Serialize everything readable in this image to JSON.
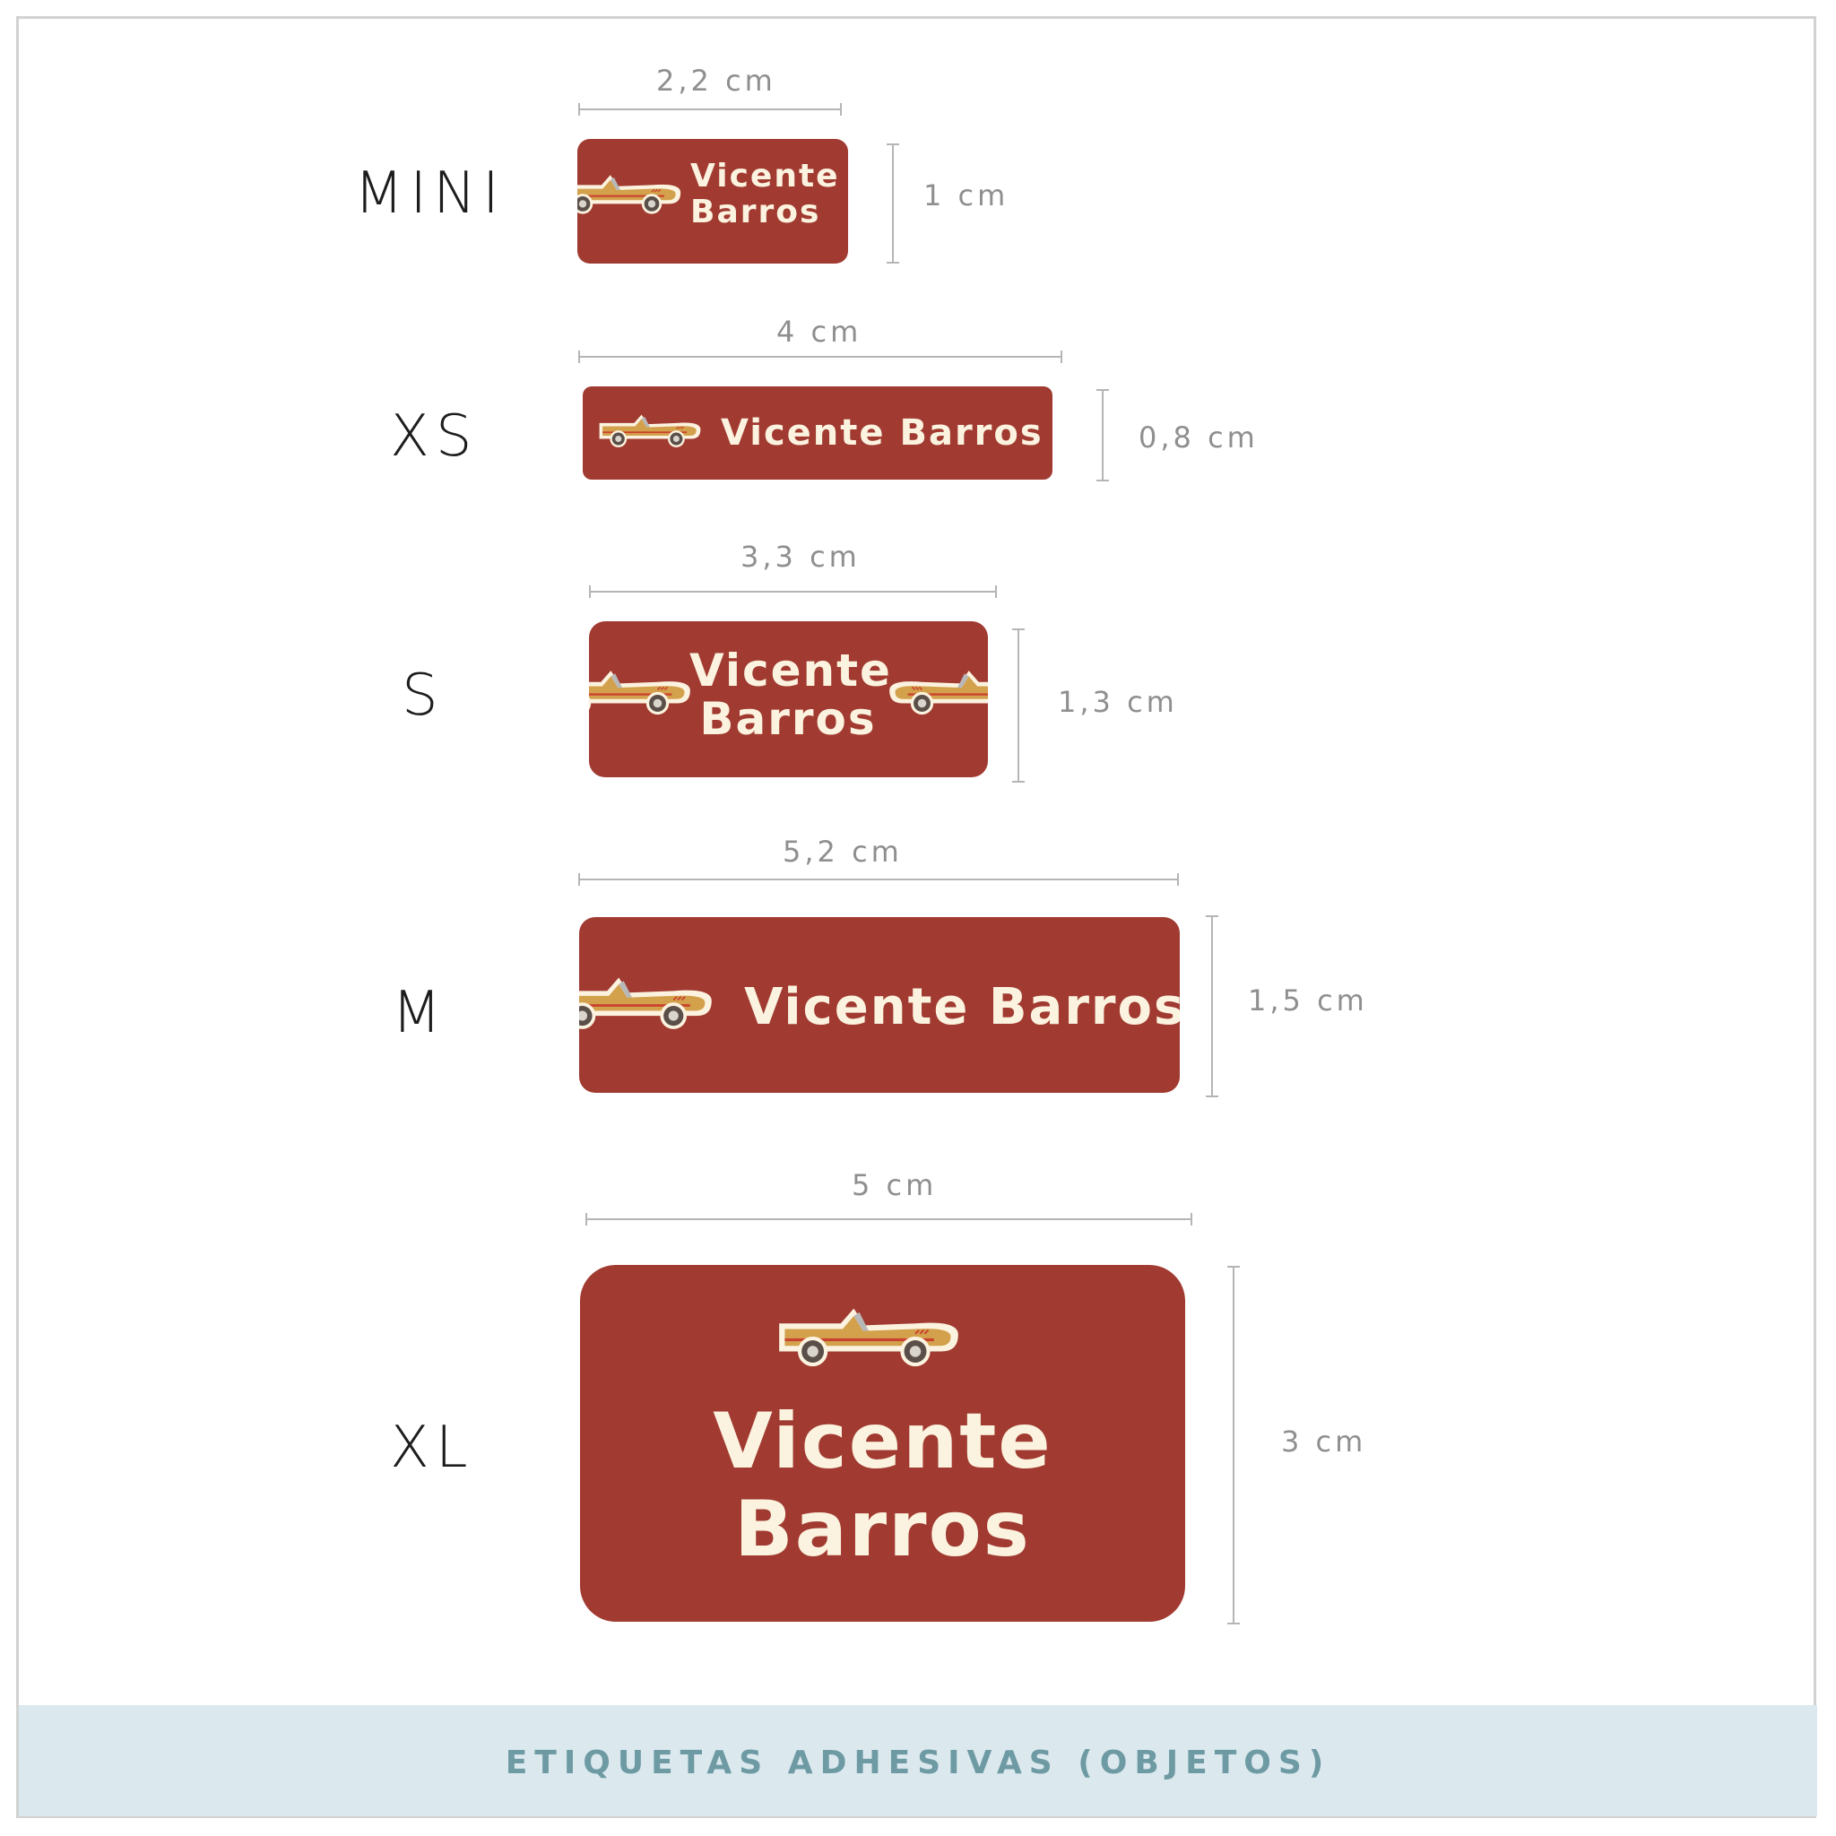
{
  "colors": {
    "label_bg": "#a13a31",
    "label_text": "#fbf3df",
    "car_body": "#d3a04b",
    "footer_bg": "#dbe9ef",
    "footer_text": "#6e9aa3"
  },
  "sizes": [
    {
      "name": "MINI",
      "width_label": "2,2 cm",
      "height_label": "1 cm",
      "name_lines": [
        "Vicente",
        "Barros"
      ]
    },
    {
      "name": "XS",
      "width_label": "4 cm",
      "height_label": "0,8 cm",
      "name_lines": [
        "Vicente Barros"
      ]
    },
    {
      "name": "S",
      "width_label": "3,3 cm",
      "height_label": "1,3 cm",
      "name_lines": [
        "Vicente",
        "Barros"
      ]
    },
    {
      "name": "M",
      "width_label": "5,2 cm",
      "height_label": "1,5 cm",
      "name_lines": [
        "Vicente Barros"
      ]
    },
    {
      "name": "XL",
      "width_label": "5 cm",
      "height_label": "3 cm",
      "name_lines": [
        "Vicente",
        "Barros"
      ]
    }
  ],
  "footer": {
    "title": "ETIQUETAS ADHESIVAS (OBJETOS)"
  },
  "icons": {
    "car": "vintage-race-car-icon"
  }
}
